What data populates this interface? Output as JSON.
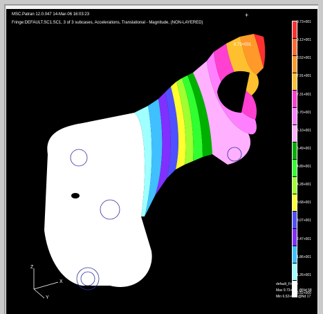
{
  "header": {
    "line1": "MSC.Patran 12.0.047 14-Mar-06 16:03:23",
    "line2": "Fringe:DEFAULT.SC1.SC1, 3 of 3 subcases, Accelerations, Translational - Magnitude, (NON-LAYERED)"
  },
  "cursor_glyph": "+",
  "max_label": "9.73+001",
  "legend": {
    "ticks": [
      "9.73+001",
      "9.12+001",
      "8.52+001",
      "7.91+001",
      "7.31+001",
      "6.70+001",
      "6.10+001",
      "5.49+001",
      "4.89+001",
      "4.28+001",
      "3.68+001",
      "3.07+001",
      "2.47+001",
      "1.86+001",
      "1.26+001",
      "6.52+000"
    ],
    "colors": [
      "#ff3030",
      "#ff6a30",
      "#ff9a2a",
      "#ffc030",
      "#ff40d0",
      "#ff80ff",
      "#ffb0ff",
      "#00b000",
      "#30ff30",
      "#a0ff30",
      "#ffff30",
      "#5050ff",
      "#8030ff",
      "#40c0ff",
      "#a0ffff",
      "#ffffff"
    ]
  },
  "info": {
    "line1": "default_Fringe",
    "line2": "Max 9.73+001 @Nd 58",
    "line3": "Min 6.52+000 @Nd 17"
  },
  "triad": {
    "x": "X",
    "y": "Y",
    "z": "Z"
  }
}
